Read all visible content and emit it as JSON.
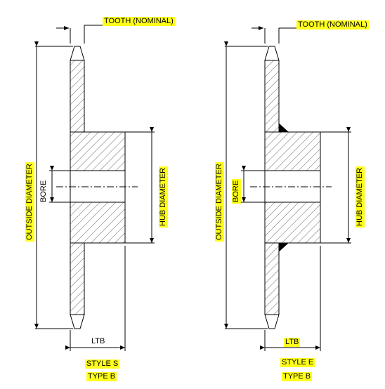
{
  "diagram": {
    "left": {
      "tooth_label": "TOOTH (NOMINAL)",
      "outside_diameter_label": "OUTSIDE DIAMETER",
      "bore_label": "BORE",
      "hub_diameter_label": "HUB DIAMETER",
      "ltb_label": "LTB",
      "style_label": "STYLE S",
      "type_label": "TYPE B"
    },
    "right": {
      "tooth_label": "TOOTH (NOMINAL)",
      "outside_diameter_label": "OUTSIDE DIAMETER",
      "bore_label": "BORE",
      "hub_diameter_label": "HUB DIAMETER",
      "ltb_label": "LTB",
      "style_label": "STYLE E",
      "type_label": "TYPE B"
    },
    "highlight_color": "#ffff1a",
    "line_color": "#000000"
  }
}
